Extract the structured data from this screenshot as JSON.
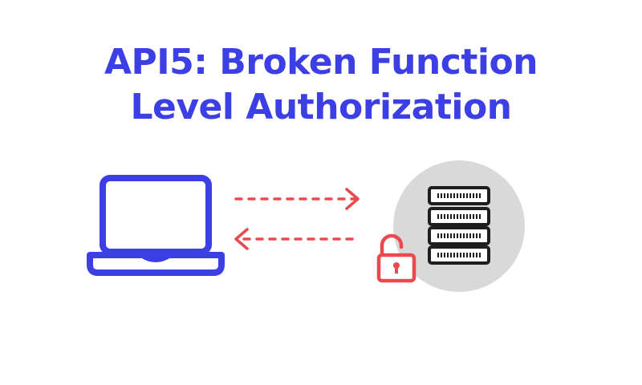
{
  "title": {
    "line1": "API5: Broken Function",
    "line2": "Level Authorization"
  },
  "colors": {
    "title": "#3b3fe4",
    "laptop": "#3b3fe4",
    "arrows": "#e84a4f",
    "lock": "#e84a4f",
    "server_circle": "#d9d9d9",
    "server_units": "#1e1e1e"
  },
  "icons": {
    "client": "laptop-icon",
    "server": "server-rack-icon",
    "lock": "unlocked-padlock-icon",
    "request": "dashed-arrow-right",
    "response": "dashed-arrow-left"
  }
}
